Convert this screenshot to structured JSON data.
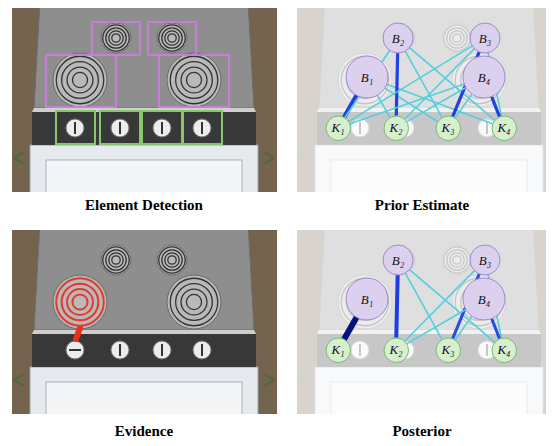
{
  "diagram": {
    "nodes": [
      {
        "text": [
          "B₁"
        ]
      },
      {
        "text": [
          "B₂"
        ]
      },
      {
        "text": [
          "B₃"
        ]
      },
      {
        "text": [
          "B₄"
        ]
      },
      {
        "text": [
          "K₁"
        ]
      },
      {
        "text": [
          "K₂"
        ]
      },
      {
        "text": [
          "K₃"
        ]
      },
      {
        "text": [
          "K₄"
        ]
      },
      {
        "text": [
          "B₁"
        ]
      },
      {
        "text": [
          "B₂"
        ]
      },
      {
        "text": [
          "B₃"
        ]
      },
      {
        "text": [
          "B₄"
        ]
      },
      {
        "text": [
          "K₁"
        ]
      },
      {
        "text": [
          "K₂"
        ]
      },
      {
        "text": [
          "K₃"
        ]
      },
      {
        "text": [
          "K₄"
        ]
      }
    ],
    "edges": [
      {
        "from": 0,
        "to": 4,
        "arrow": "none"
      },
      {
        "from": 0,
        "to": 5,
        "arrow": "none"
      },
      {
        "from": 0,
        "to": 6,
        "arrow": "none"
      },
      {
        "from": 0,
        "to": 7,
        "arrow": "none"
      },
      {
        "from": 1,
        "to": 4,
        "arrow": "none"
      },
      {
        "from": 1,
        "to": 5,
        "arrow": "none"
      },
      {
        "from": 1,
        "to": 6,
        "arrow": "none"
      },
      {
        "from": 1,
        "to": 7,
        "arrow": "none"
      },
      {
        "from": 2,
        "to": 4,
        "arrow": "none"
      },
      {
        "from": 2,
        "to": 5,
        "arrow": "none"
      },
      {
        "from": 2,
        "to": 6,
        "arrow": "none"
      },
      {
        "from": 2,
        "to": 7,
        "arrow": "none"
      },
      {
        "from": 3,
        "to": 4,
        "arrow": "none"
      },
      {
        "from": 3,
        "to": 5,
        "arrow": "none"
      },
      {
        "from": 3,
        "to": 6,
        "arrow": "none"
      },
      {
        "from": 3,
        "to": 7,
        "arrow": "none"
      },
      {
        "from": 8,
        "to": 12,
        "arrow": "none"
      },
      {
        "from": 9,
        "to": 13,
        "arrow": "none"
      },
      {
        "from": 9,
        "to": 14,
        "arrow": "none"
      },
      {
        "from": 9,
        "to": 15,
        "arrow": "none"
      },
      {
        "from": 10,
        "to": 13,
        "arrow": "none"
      },
      {
        "from": 10,
        "to": 14,
        "arrow": "none"
      },
      {
        "from": 10,
        "to": 15,
        "arrow": "none"
      },
      {
        "from": 11,
        "to": 13,
        "arrow": "none"
      },
      {
        "from": 11,
        "to": 14,
        "arrow": "none"
      },
      {
        "from": 11,
        "to": 15,
        "arrow": "none"
      }
    ],
    "labels": [
      "Element Detection",
      "Prior Estimate",
      "Evidence",
      "Posterior"
    ]
  }
}
